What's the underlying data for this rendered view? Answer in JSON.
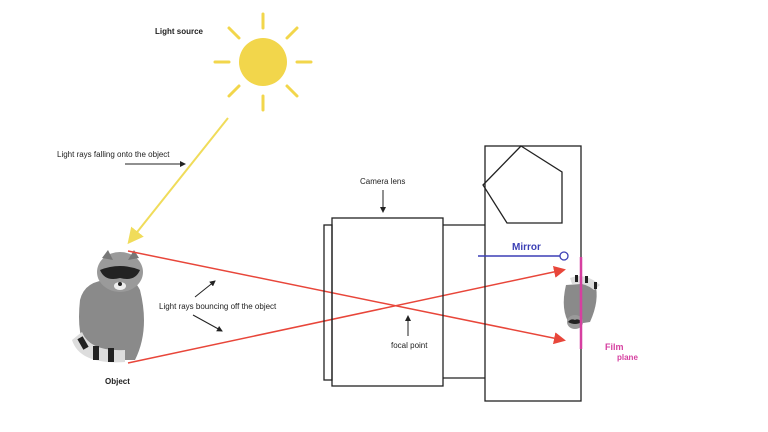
{
  "labels": {
    "light_source": "Light source",
    "light_rays_falling": "Light rays falling onto the object",
    "light_rays_bouncing": "Light rays bouncing off the object",
    "object": "Object",
    "camera_lens": "Camera lens",
    "focal_point": "focal point",
    "mirror": "Mirror",
    "film": "Film",
    "plane": "plane"
  },
  "colors": {
    "sun": "#f2d64b",
    "incident_ray": "#f0dc5a",
    "reflected_ray": "#e8463a",
    "mirror": "#3b3fb5",
    "film_plane": "#d63fa0",
    "outline": "#222222"
  }
}
